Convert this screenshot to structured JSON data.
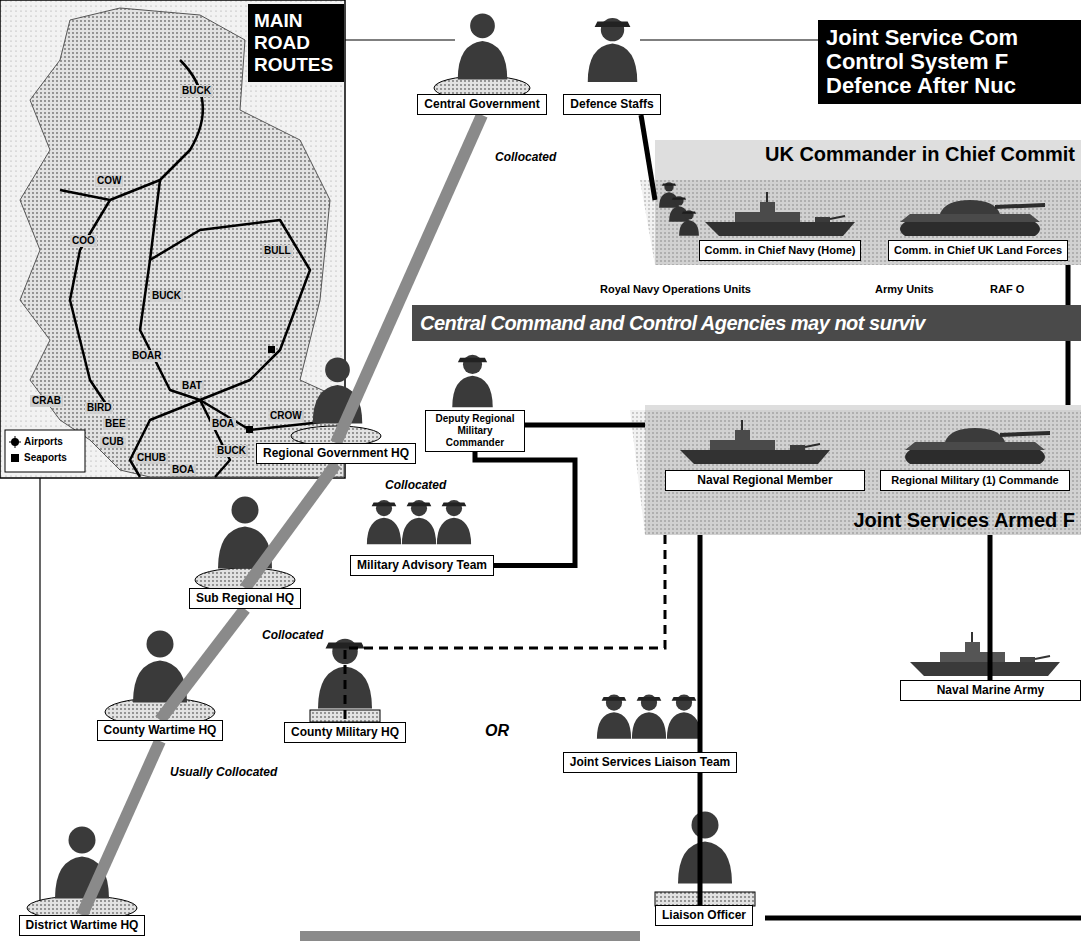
{
  "diagram": {
    "title": "Joint Service Com Control System F Defence After Nuc",
    "nodes": [
      {
        "text": [
          "MAIN ROAD ROUTES"
        ]
      },
      {
        "text": [
          "Central Government"
        ]
      },
      {
        "text": [
          "Defence Staffs"
        ]
      },
      {
        "text": [
          "UK Commander in Chief Commit"
        ]
      },
      {
        "text": [
          "Comm. in Chief Navy (Home)"
        ],
        "in": 3
      },
      {
        "text": [
          "Comm. in Chief UK Land Forces"
        ],
        "in": 3
      },
      {
        "text": [
          "Central Command and Control Agencies may not surviv"
        ]
      },
      {
        "text": [
          "Regional Government HQ"
        ]
      },
      {
        "text": [
          "Deputy Regional Military Commander"
        ]
      },
      {
        "text": [
          "Joint Services Armed F"
        ]
      },
      {
        "text": [
          "Naval Regional Member"
        ],
        "in": 9
      },
      {
        "text": [
          "Regional Military (1) Commande"
        ],
        "in": 9
      },
      {
        "text": [
          "Military Advisory Team"
        ]
      },
      {
        "text": [
          "Sub Regional HQ"
        ]
      },
      {
        "text": [
          "Naval Marine Army"
        ]
      },
      {
        "text": [
          "County Wartime HQ"
        ]
      },
      {
        "text": [
          "County Military HQ"
        ]
      },
      {
        "text": [
          "Joint Services Liaison Team"
        ]
      },
      {
        "text": [
          "Liaison Officer"
        ]
      },
      {
        "text": [
          "District Wartime HQ"
        ]
      }
    ],
    "edges": [
      {
        "from": 1,
        "to": 7,
        "arrow": "none"
      },
      {
        "from": 7,
        "to": 13,
        "arrow": "none"
      },
      {
        "from": 13,
        "to": 15,
        "arrow": "none"
      },
      {
        "from": 15,
        "to": 19,
        "arrow": "none"
      },
      {
        "from": 2,
        "to": 3,
        "arrow": "none"
      },
      {
        "from": 3,
        "to": 9,
        "arrow": "none"
      },
      {
        "from": 8,
        "to": 9,
        "arrow": "none"
      },
      {
        "from": 12,
        "to": 8,
        "arrow": "none"
      },
      {
        "from": 9,
        "to": 16,
        "arrow": "none"
      },
      {
        "from": 9,
        "to": 17,
        "arrow": "none"
      },
      {
        "from": 17,
        "to": 18,
        "arrow": "none"
      },
      {
        "from": 9,
        "to": 14,
        "arrow": "none"
      }
    ],
    "labels": [
      "BUCK",
      "COW",
      "COO",
      "BULL",
      "BUCK",
      "BOAR",
      "BAT",
      "CRAB",
      "BIRD",
      "BEE",
      "CUB",
      "BOA",
      "CROW",
      "BUCK",
      "CHUB",
      "BOA",
      "Collocated",
      "Royal Navy Operations Units",
      "Army Units",
      "RAF O",
      "Collocated",
      "Collocated",
      "OR",
      "Usually Collocated"
    ],
    "legend": [
      {
        "text": "Airports"
      },
      {
        "text": "Seaports"
      }
    ]
  }
}
